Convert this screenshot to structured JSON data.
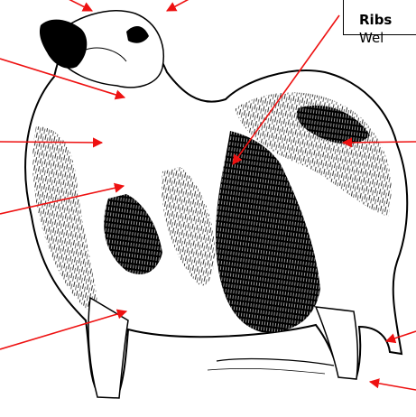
{
  "callout": {
    "title": "Ribs",
    "text": "Wel"
  },
  "colors": {
    "arrow": "#ee1111",
    "ink": "#000000",
    "background": "#ffffff"
  },
  "arrows": [
    {
      "name": "head-arrow-left"
    },
    {
      "name": "head-arrow-right"
    },
    {
      "name": "neck-arrow"
    },
    {
      "name": "chest-arrow"
    },
    {
      "name": "shoulder-arrow"
    },
    {
      "name": "ribs-arrow"
    },
    {
      "name": "tail-arrow"
    },
    {
      "name": "foreleg-arrow"
    },
    {
      "name": "hock-arrow"
    },
    {
      "name": "hind-foot-arrow"
    }
  ]
}
